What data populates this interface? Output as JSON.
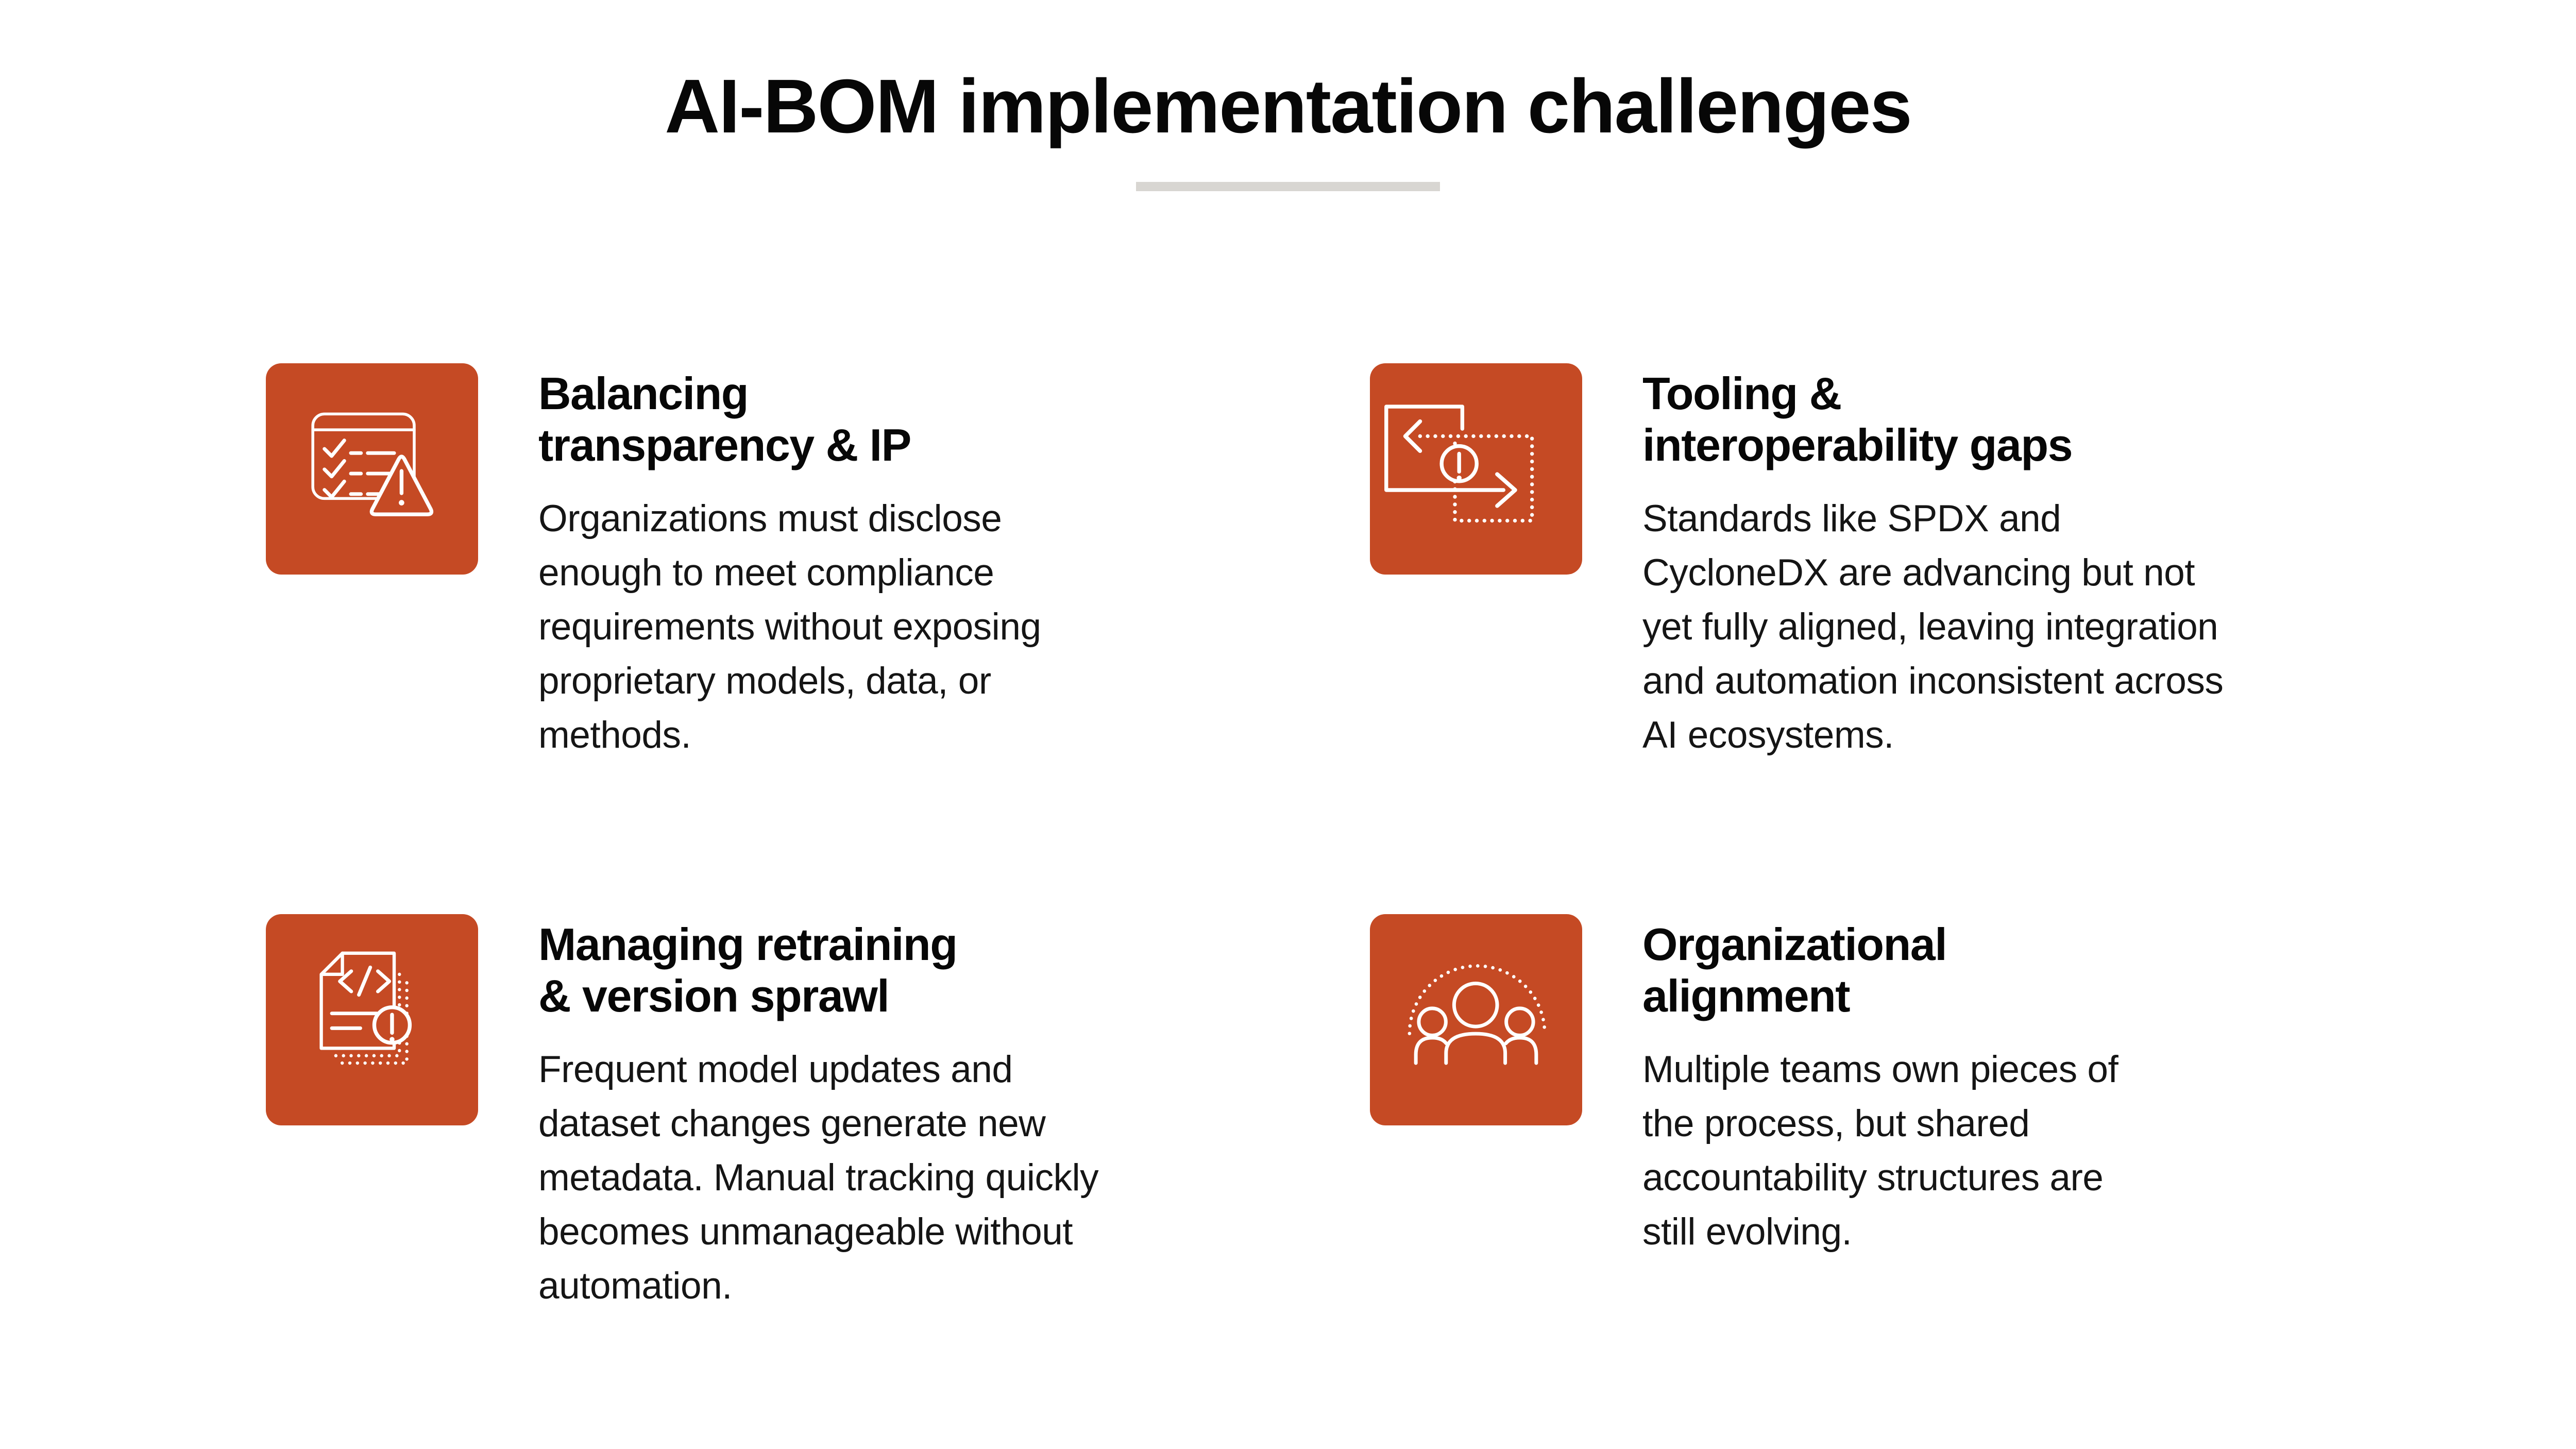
{
  "page": {
    "title": "AI-BOM implementation challenges",
    "background": "#FFFFFF",
    "accent": "#C54A24",
    "divider_color": "#D8D6D2",
    "icon_stroke": "#FFFFFF",
    "heading_color": "#070707",
    "body_color": "#151515"
  },
  "cards": [
    {
      "icon": "checklist-warning-icon",
      "heading_lines": [
        "Balancing",
        "transparency & IP"
      ],
      "body_lines": [
        "Organizations must disclose",
        "enough to meet compliance",
        "requirements without exposing",
        "proprietary models, data, or",
        "methods."
      ]
    },
    {
      "icon": "interoperability-arrows-icon",
      "heading_lines": [
        "Tooling &",
        "interoperability gaps"
      ],
      "body_lines": [
        "Standards like SPDX and",
        "CycloneDX are advancing but not",
        "yet fully aligned, leaving integration",
        "and automation inconsistent across",
        "AI ecosystems."
      ]
    },
    {
      "icon": "code-document-warning-icon",
      "heading_lines": [
        "Managing retraining",
        "& version sprawl"
      ],
      "body_lines": [
        "Frequent model updates and",
        "dataset changes generate new",
        "metadata. Manual tracking quickly",
        "becomes unmanageable without",
        "automation."
      ]
    },
    {
      "icon": "team-group-icon",
      "heading_lines": [
        "Organizational",
        "alignment"
      ],
      "body_lines": [
        "Multiple teams own pieces of",
        "the process, but shared",
        "accountability structures are",
        "still evolving."
      ]
    }
  ]
}
